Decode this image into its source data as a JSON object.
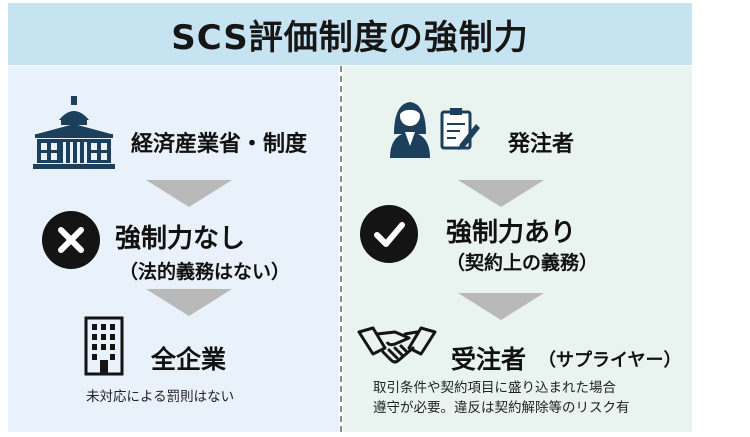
{
  "title": "SCS評価制度の強制力",
  "left": {
    "source": "経済産業省・制度",
    "status_main": "強制力なし",
    "status_sub": "（法的義務はない）",
    "target": "全企業",
    "note": "未対応による罰則はない"
  },
  "right": {
    "source": "発注者",
    "status_main": "強制力あり",
    "status_sub": "（契約上の義務）",
    "target": "受注者",
    "target_sub": "（サプライヤー）",
    "note_line1": "取引条件や契約項目に盛り込まれた場合",
    "note_line2": "遵守が必要。違反は契約解除等のリスク有"
  },
  "icons": {
    "government": "government-building-icon",
    "orderer": "businesswoman-clipboard-icon",
    "no_force": "x-mark-icon",
    "has_force": "checkmark-icon",
    "companies": "office-building-icon",
    "contractor": "handshake-icon"
  },
  "colors": {
    "title_bg": "#c5e3f1",
    "left_bg": "#e9f2fa",
    "right_bg": "#e9f4f1",
    "icon_blue": "#1c3f5c",
    "arrow": "#b9b9b9"
  }
}
